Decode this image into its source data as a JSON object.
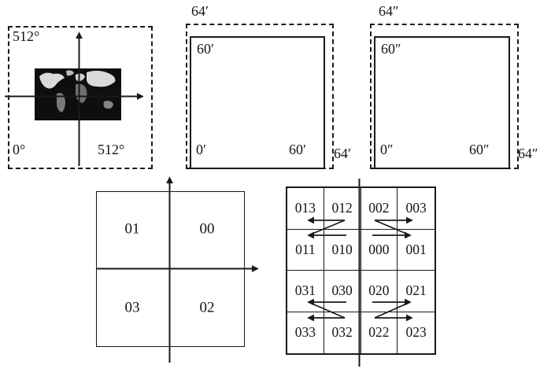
{
  "colors": {
    "line": "#1a1a1a",
    "background": "#ffffff"
  },
  "geo_panel": {
    "top_left_label": "512°",
    "bottom_left_label": "0°",
    "bottom_right_label": "512°"
  },
  "minute_panel": {
    "top_label": "64′",
    "inner_top_label": "60′",
    "origin_label": "0′",
    "inner_bottom_right_label": "60′",
    "outer_right_label": "64′"
  },
  "second_panel": {
    "top_label": "64″",
    "inner_top_label": "60″",
    "origin_label": "0″",
    "inner_bottom_right_label": "60″",
    "outer_right_label": "64″"
  },
  "quadrant_panel": {
    "top_left": "01",
    "top_right": "00",
    "bottom_left": "03",
    "bottom_right": "02"
  },
  "morton_grid": {
    "rows": [
      [
        "013",
        "012",
        "002",
        "003"
      ],
      [
        "011",
        "010",
        "000",
        "001"
      ],
      [
        "031",
        "030",
        "020",
        "021"
      ],
      [
        "033",
        "032",
        "022",
        "023"
      ]
    ]
  }
}
